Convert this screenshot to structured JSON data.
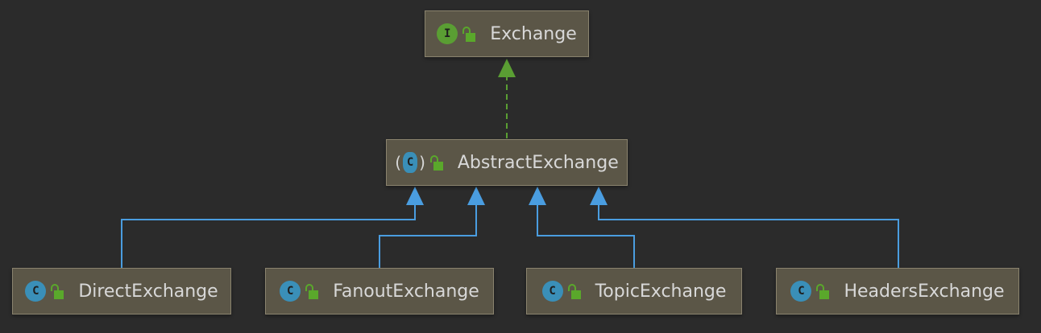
{
  "diagram": {
    "nodes": {
      "exchange": {
        "name": "Exchange",
        "kind": "interface",
        "kind_letter": "I"
      },
      "abstract_exchange": {
        "name": "AbstractExchange",
        "kind": "abstract-class",
        "kind_letter": "C"
      },
      "direct_exchange": {
        "name": "DirectExchange",
        "kind": "class",
        "kind_letter": "C"
      },
      "fanout_exchange": {
        "name": "FanoutExchange",
        "kind": "class",
        "kind_letter": "C"
      },
      "topic_exchange": {
        "name": "TopicExchange",
        "kind": "class",
        "kind_letter": "C"
      },
      "headers_exchange": {
        "name": "HeadersExchange",
        "kind": "class",
        "kind_letter": "C"
      }
    },
    "edges": [
      {
        "from": "abstract_exchange",
        "to": "exchange",
        "type": "implements"
      },
      {
        "from": "direct_exchange",
        "to": "abstract_exchange",
        "type": "extends"
      },
      {
        "from": "fanout_exchange",
        "to": "abstract_exchange",
        "type": "extends"
      },
      {
        "from": "topic_exchange",
        "to": "abstract_exchange",
        "type": "extends"
      },
      {
        "from": "headers_exchange",
        "to": "abstract_exchange",
        "type": "extends"
      }
    ],
    "colors": {
      "background": "#2b2b2b",
      "node_fill": "#5b5647",
      "node_border": "#8a836e",
      "implements_edge": "#5a9e33",
      "extends_edge": "#4a9de0",
      "interface_icon": "#5a9e33",
      "class_icon": "#3a8fb8",
      "lock_icon": "#5aa82b"
    }
  }
}
